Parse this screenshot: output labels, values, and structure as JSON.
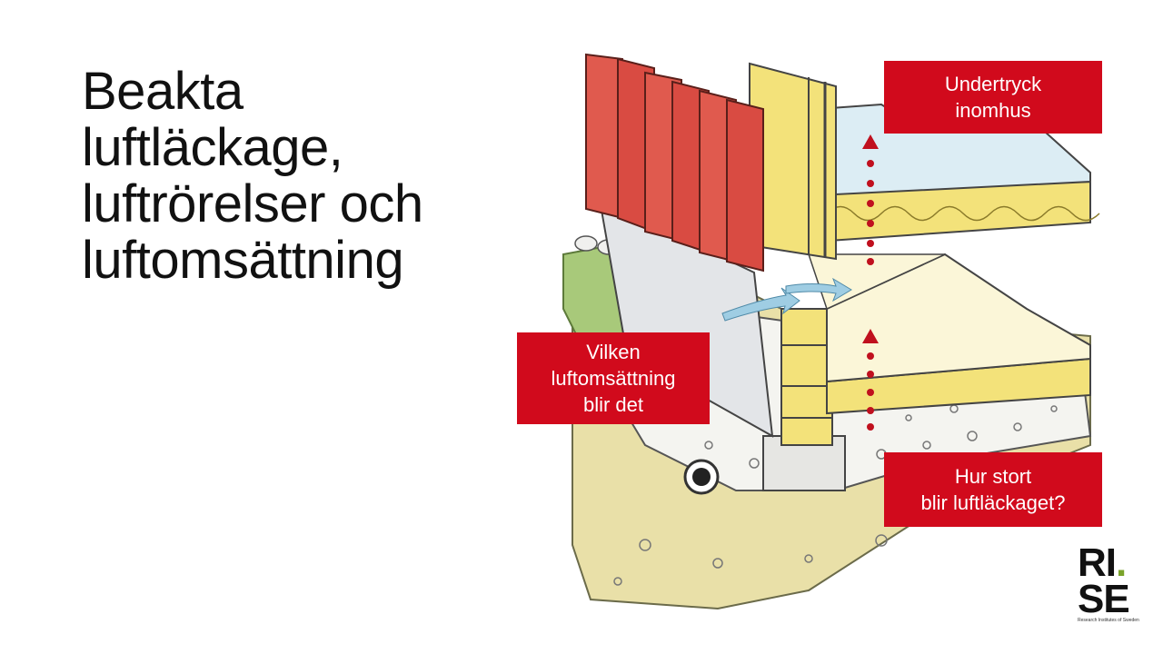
{
  "title": {
    "lines": [
      "Beakta",
      "luftläckage,",
      "luftrörelser och",
      "luftomsättning"
    ]
  },
  "callouts": {
    "top_right": [
      "Undertryck",
      "inomhus"
    ],
    "left": [
      "Vilken",
      "luftomsättning",
      "blir det"
    ],
    "bottom_right": [
      "Hur stort",
      "blir luftläckaget?"
    ]
  },
  "logo": {
    "line1_letters": "RI",
    "line1_dot": ".",
    "line2": "SE",
    "tagline": "Research Institutes of Sweden"
  },
  "colors": {
    "callout_bg": "#d10a1c",
    "facade_red": "#e05a4e",
    "insulation_yellow": "#f3e27a",
    "ground_sand": "#e9e0a8",
    "grass": "#a8c97a",
    "gravel": "#f4f4f0",
    "air_arrow": "#9fcde3",
    "leak_dots": "#c0101e",
    "logo_accent": "#7aa32a"
  },
  "icons": {
    "leak_arrow_upper": "dotted-up-arrow-icon",
    "leak_arrow_lower": "dotted-up-arrow-icon",
    "air_flow": "air-flow-arrow-icon",
    "drain_pipe": "drain-pipe-icon"
  }
}
